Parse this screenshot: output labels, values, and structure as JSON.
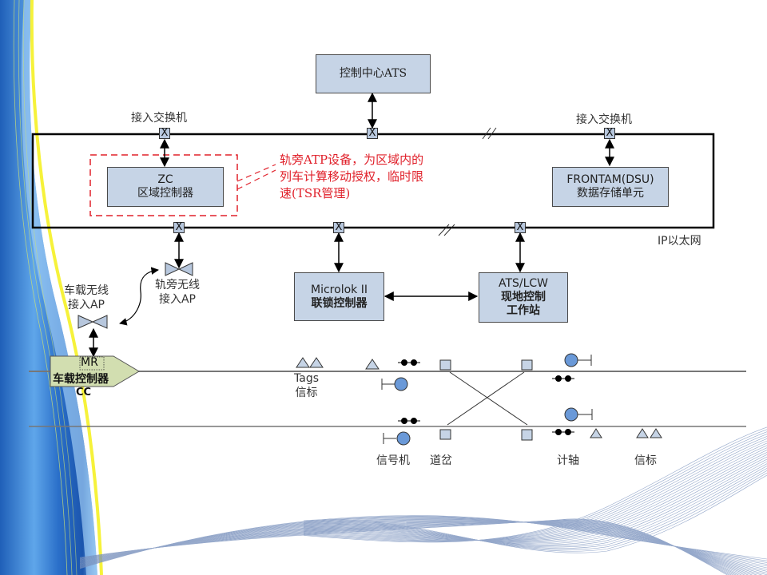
{
  "colors": {
    "box_fill": "#c6d4e6",
    "cc_fill": "#d2deb0",
    "annotation_red": "#e0202a",
    "signal_blue": "#6a99d8",
    "background_blue": "#2a6fc9",
    "accent_yellow": "#f6f23a"
  },
  "ats_center": {
    "label": "控制中心ATS"
  },
  "switch_labels": {
    "left": "接入交换机",
    "right": "接入交换机"
  },
  "switch_glyph": "X",
  "zc": {
    "line1": "ZC",
    "line2": "区域控制器"
  },
  "annotation": {
    "line1": "轨旁ATP设备，为区域内的",
    "line2": "列车计算移动授权，临时限",
    "line3": "速(TSR管理)"
  },
  "dsu": {
    "line1": "FRONTAM(DSU)",
    "line2": "数据存储单元"
  },
  "network_label": "IP以太网",
  "trackside_ap": {
    "line1": "轨旁无线",
    "line2": "接入AP"
  },
  "onboard_ap": {
    "line1": "车载无线",
    "line2": "接入AP"
  },
  "microlok": {
    "line1": "Microlok II",
    "line2": "联锁控制器"
  },
  "ats_lcw": {
    "line1": "ATS/LCW",
    "line2": "现地控制",
    "line3": "工作站"
  },
  "cc": {
    "mr": "MR",
    "name": "车载控制器",
    "abbr": "CC"
  },
  "tags": {
    "line1": "Tags",
    "line2": "信标"
  },
  "legend": {
    "signal": "信号机",
    "switch": "道岔",
    "axle_counter": "计轴",
    "beacon": "信标"
  }
}
